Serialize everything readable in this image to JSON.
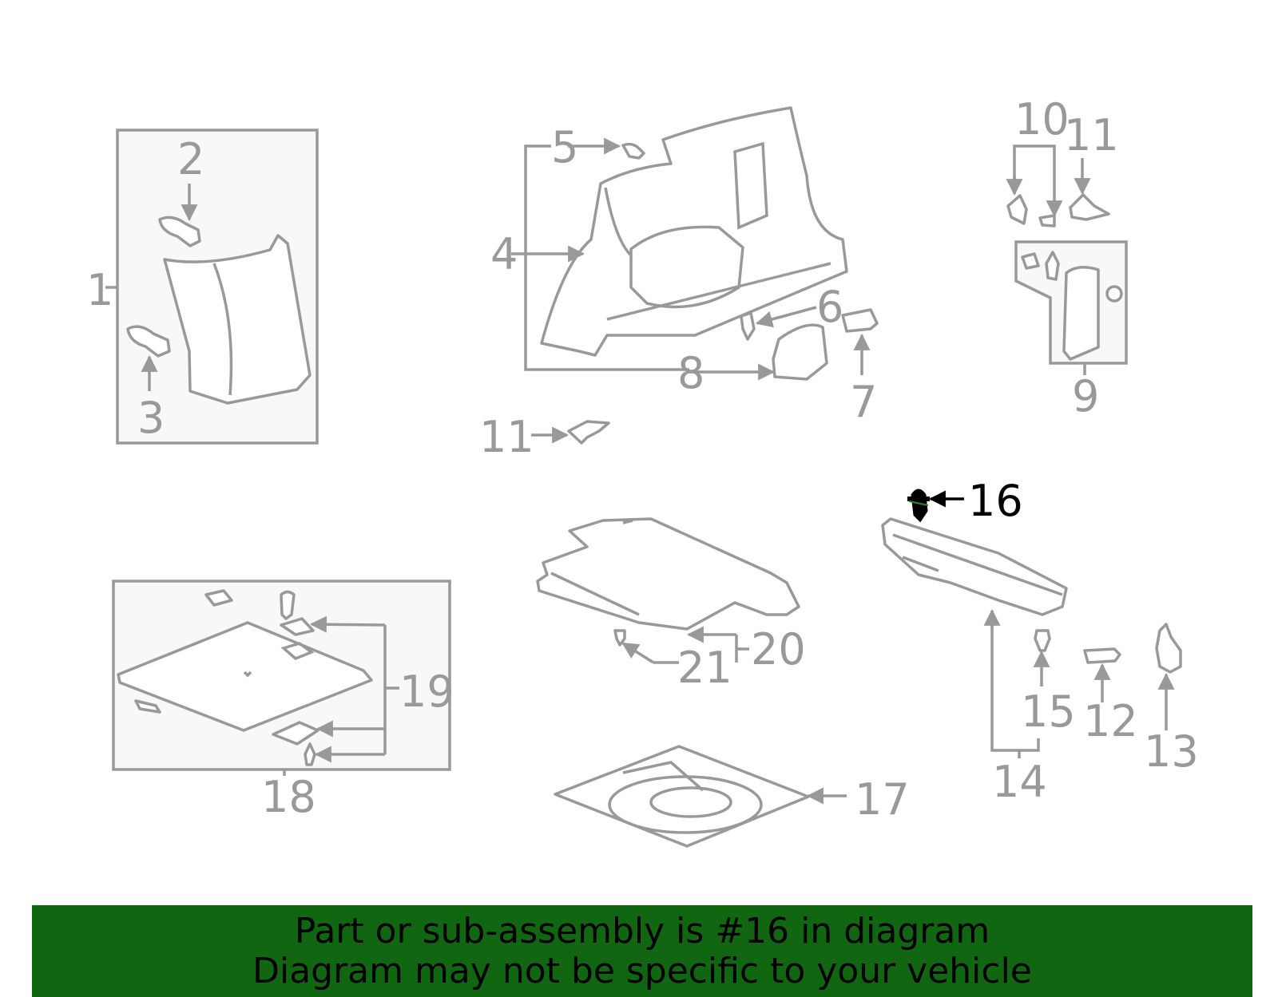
{
  "diagram": {
    "highlight_color": "#000000",
    "default_color": "#999999",
    "callouts": {
      "c1": "1",
      "c2": "2",
      "c3": "3",
      "c4": "4",
      "c5": "5",
      "c6": "6",
      "c7": "7",
      "c8": "8",
      "c9": "9",
      "c10": "10",
      "c11a": "11",
      "c11b": "11",
      "c12": "12",
      "c13": "13",
      "c14": "14",
      "c15": "15",
      "c16": "16",
      "c17": "17",
      "c18": "18",
      "c19": "19",
      "c20": "20",
      "c21": "21"
    },
    "highlighted_part": "16"
  },
  "banner": {
    "background": "#116611",
    "line1": "Part or sub-assembly is #16 in diagram",
    "line2": "Diagram may not be specific to your vehicle"
  }
}
